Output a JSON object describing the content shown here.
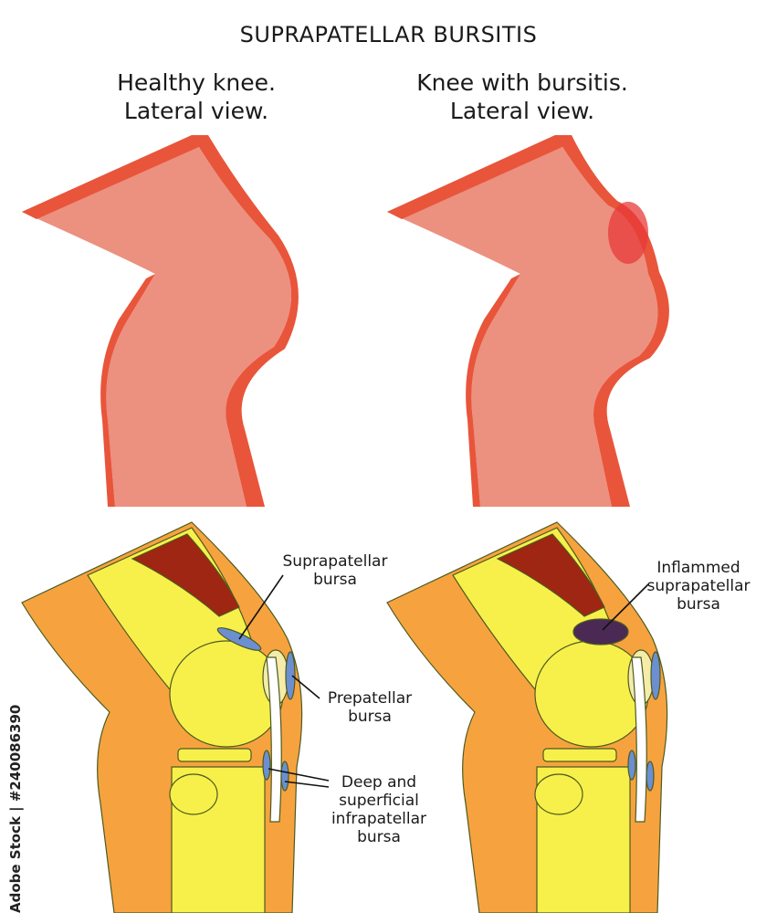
{
  "title": "SUPRAPATELLAR BURSITIS",
  "panels": {
    "healthy": {
      "line1": "Healthy knee.",
      "line2": "Lateral view."
    },
    "bursitis": {
      "line1": "Knee with bursitis.",
      "line2": "Lateral view."
    }
  },
  "labels": {
    "suprapatellar": [
      "Suprapatellar",
      "bursa"
    ],
    "prepatellar": [
      "Prepatellar",
      "bursa"
    ],
    "deep": [
      "Deep and",
      "superficial",
      "infrapatellar",
      "bursa"
    ],
    "inflamed": [
      "Inflammed",
      "suprapatellar",
      "bursa"
    ]
  },
  "stock_id": "Adobe Stock | #240086390",
  "colors": {
    "skin": "#ec9080",
    "skin_edge": "#e8553a",
    "inflammation": "#e83a3a",
    "tissue": "#f6a33f",
    "bone": "#f7f04a",
    "muscle": "#9e2613",
    "bursa": "#6b8fd0",
    "inflamed_bursa": "#4a2a55",
    "outline": "#4d5a20"
  }
}
